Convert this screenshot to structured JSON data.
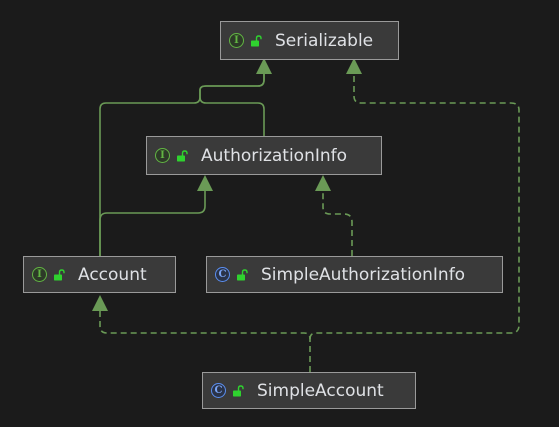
{
  "diagram": {
    "nodes": [
      {
        "id": "serializable",
        "kind": "interface",
        "kind_glyph": "I",
        "visibility_icon": "unlocked-public-icon",
        "label": "Serializable"
      },
      {
        "id": "authorization-info",
        "kind": "interface",
        "kind_glyph": "I",
        "visibility_icon": "unlocked-public-icon",
        "label": "AuthorizationInfo"
      },
      {
        "id": "account",
        "kind": "interface",
        "kind_glyph": "I",
        "visibility_icon": "unlocked-public-icon",
        "label": "Account"
      },
      {
        "id": "simple-authorization-info",
        "kind": "class",
        "kind_glyph": "C",
        "visibility_icon": "unlocked-public-icon",
        "label": "SimpleAuthorizationInfo"
      },
      {
        "id": "simple-account",
        "kind": "class",
        "kind_glyph": "C",
        "visibility_icon": "unlocked-public-icon",
        "label": "SimpleAccount"
      }
    ],
    "edges": [
      {
        "from": "authorization-info",
        "to": "serializable",
        "relation": "extends"
      },
      {
        "from": "account",
        "to": "serializable",
        "relation": "extends"
      },
      {
        "from": "account",
        "to": "authorization-info",
        "relation": "extends"
      },
      {
        "from": "simple-authorization-info",
        "to": "authorization-info",
        "relation": "implements"
      },
      {
        "from": "simple-account",
        "to": "account",
        "relation": "implements"
      },
      {
        "from": "simple-account",
        "to": "serializable",
        "relation": "implements"
      }
    ],
    "colors": {
      "background": "#1b1b1b",
      "node_fill": "#3a3a3a",
      "node_border": "#9a9a9a",
      "edge": "#6a9a56",
      "interface_icon": "#62b543",
      "class_icon": "#5a8ef0",
      "text": "#dfe1e5"
    }
  }
}
